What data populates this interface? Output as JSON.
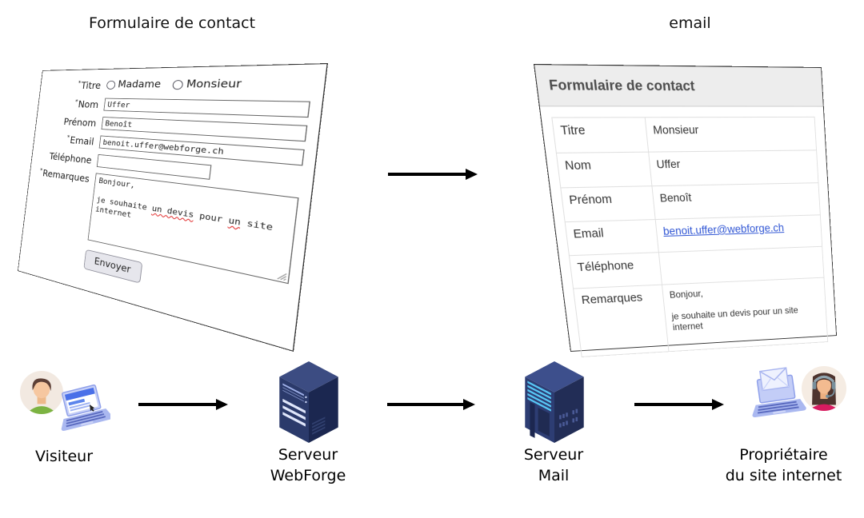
{
  "titles": {
    "form": "Formulaire de contact",
    "email": "email"
  },
  "form": {
    "titre": {
      "mark": "*",
      "label": "Titre",
      "options": [
        {
          "label": "Madame",
          "checked": false
        },
        {
          "label": "Monsieur",
          "checked": false
        }
      ]
    },
    "nom": {
      "mark": "*",
      "label": "Nom",
      "value": "Uffer"
    },
    "prenom": {
      "mark": "",
      "label": "Prénom",
      "value": "Benoît"
    },
    "email": {
      "mark": "*",
      "label": "Email",
      "value": "benoit.uffer@webforge.ch"
    },
    "telephone": {
      "mark": "",
      "label": "Téléphone",
      "value": ""
    },
    "remarques": {
      "mark": "*",
      "label": "Remarques",
      "parts": [
        {
          "text": "Bonjour,\n\nje souhaite "
        },
        {
          "text": "un devis",
          "misspelled": true
        },
        {
          "text": " pour "
        },
        {
          "text": "un",
          "misspelled": true
        },
        {
          "text": " site internet"
        }
      ]
    },
    "submit_label": "Envoyer"
  },
  "email": {
    "header": "Formulaire de contact",
    "rows": [
      {
        "label": "Titre",
        "value": "Monsieur"
      },
      {
        "label": "Nom",
        "value": "Uffer"
      },
      {
        "label": "Prénom",
        "value": "Benoît"
      },
      {
        "label": "Email",
        "value": "benoit.uffer@webforge.ch",
        "is_link": true
      },
      {
        "label": "Téléphone",
        "value": ""
      },
      {
        "label": "Remarques",
        "value": "Bonjour,\n\nje souhaite un devis pour un site internet"
      }
    ]
  },
  "flow": {
    "nodes": [
      {
        "line1": "Visiteur",
        "line2": "",
        "icons": [
          "person-avatar-icon",
          "laptop-browser-icon"
        ]
      },
      {
        "line1": "Serveur",
        "line2": "WebForge",
        "icons": [
          "server-tower-icon"
        ]
      },
      {
        "line1": "Serveur",
        "line2": "Mail",
        "icons": [
          "server-tower-icon"
        ]
      },
      {
        "line1": "Propriétaire",
        "line2": "du site internet",
        "icons": [
          "laptop-email-icon",
          "support-agent-avatar-icon"
        ]
      }
    ]
  },
  "colors": {
    "link_blue": "#2f55d4",
    "spellcheck_red": "#e02020",
    "email_header_bg": "#ededed",
    "email_header_text": "#4c4c4c",
    "server_navy": "#2b3a6b",
    "server_side_dark": "#1b2750",
    "server_stripe_cyan": "#57c7f5",
    "laptop_periwinkle": "#aab8f0",
    "screen_banner_blue": "#4a70e8",
    "shirt_green": "#7cb342",
    "shirt_pink": "#d81b60",
    "arrow_black": "#000000",
    "button_bg": "#e6e6ec"
  }
}
